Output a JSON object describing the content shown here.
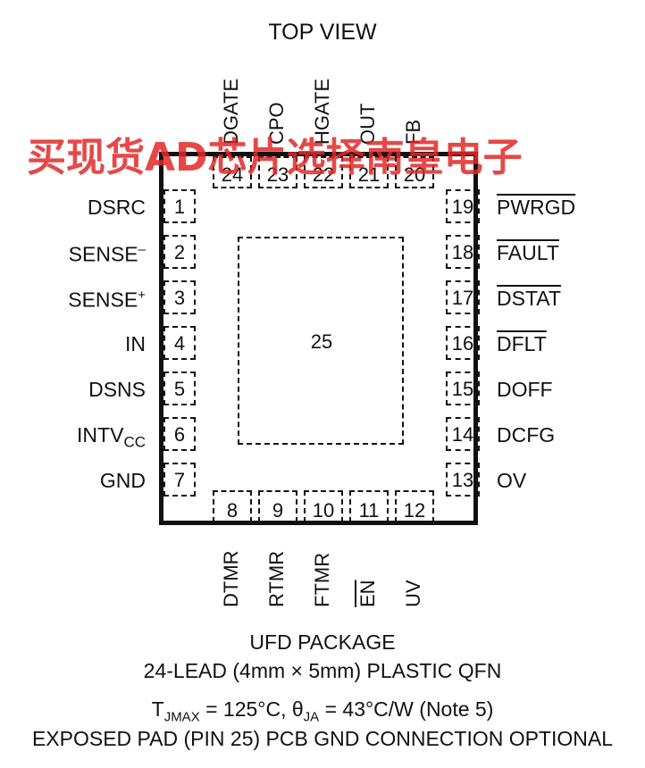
{
  "title": "TOP VIEW",
  "watermark": "买现货AD芯片选择南皇电子",
  "exposed_pad_number": "25",
  "left_pins": [
    {
      "num": "1",
      "label": "DSRC",
      "label_sup": "",
      "label_sub": ""
    },
    {
      "num": "2",
      "label": "SENSE",
      "label_sup": "–",
      "label_sub": ""
    },
    {
      "num": "3",
      "label": "SENSE",
      "label_sup": "+",
      "label_sub": ""
    },
    {
      "num": "4",
      "label": "IN",
      "label_sup": "",
      "label_sub": ""
    },
    {
      "num": "5",
      "label": "DSNS",
      "label_sup": "",
      "label_sub": ""
    },
    {
      "num": "6",
      "label": "INTV",
      "label_sup": "",
      "label_sub": "CC"
    },
    {
      "num": "7",
      "label": "GND",
      "label_sup": "",
      "label_sub": ""
    }
  ],
  "right_pins": [
    {
      "num": "19",
      "label": "PWRGD",
      "overline": true
    },
    {
      "num": "18",
      "label": "FAULT",
      "overline": true
    },
    {
      "num": "17",
      "label": "DSTAT",
      "overline": true
    },
    {
      "num": "16",
      "label": "DFLT",
      "overline": true
    },
    {
      "num": "15",
      "label": "DOFF",
      "overline": false
    },
    {
      "num": "14",
      "label": "DCFG",
      "overline": false
    },
    {
      "num": "13",
      "label": "OV",
      "overline": false
    }
  ],
  "top_pins": [
    {
      "num": "24",
      "label": "DGATE"
    },
    {
      "num": "23",
      "label": "CPO"
    },
    {
      "num": "22",
      "label": "HGATE"
    },
    {
      "num": "21",
      "label": "OUT"
    },
    {
      "num": "20",
      "label": "FB"
    }
  ],
  "bottom_pins": [
    {
      "num": "8",
      "label": "DTMR",
      "overline": false
    },
    {
      "num": "9",
      "label": "RTMR",
      "overline": false
    },
    {
      "num": "10",
      "label": "FTMR",
      "overline": false
    },
    {
      "num": "11",
      "label": "EN",
      "overline": true
    },
    {
      "num": "12",
      "label": "UV",
      "overline": false
    }
  ],
  "footer": {
    "line1": "UFD PACKAGE",
    "line2": "24-LEAD (4mm × 5mm) PLASTIC QFN",
    "line3_t": "T",
    "line3_t_sub": "JMAX",
    "line3_mid": " = 125°C, θ",
    "line3_theta_sub": "JA",
    "line3_end": " = 43°C/W (Note 5)",
    "line4": "EXPOSED PAD (PIN 25) PCB GND CONNECTION OPTIONAL"
  }
}
